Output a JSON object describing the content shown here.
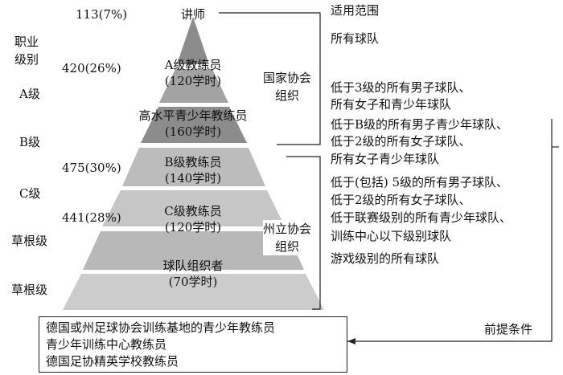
{
  "left_labels": {
    "professional": "职业\n级别",
    "a": "A级",
    "b": "B级",
    "c": "C级",
    "grassroots_1": "草根级",
    "grassroots_2": "草根级"
  },
  "counts": {
    "lecturer": "113(7%)",
    "a": "420(26%)",
    "b": "475(30%)",
    "c": "441(28%)"
  },
  "pyramid": {
    "lecturer": "讲师",
    "a_name": "A级教练员",
    "a_hours": "(120学时)",
    "youth_name": "高水平青少年教练员",
    "youth_hours": "(160学时)",
    "b_name": "B级教练员",
    "b_hours": "(140学时)",
    "c_name": "C级教练员",
    "c_hours": "(120学时)",
    "team_name": "球队组织者",
    "team_hours": "(70学时)"
  },
  "org": {
    "national": "国家协会\n组织",
    "state": "州立协会\n组织"
  },
  "scope": {
    "header": "适用范围",
    "all_teams": "所有球队",
    "a_scope_1": "低于3级的所有男子球队、",
    "a_scope_2": "所有女子和青少年球队",
    "y_scope_1": "低于B级的所有男子青少年球队、",
    "y_scope_2": "低于2级的所有女子球队、",
    "y_scope_3": "所有女子青少年球队",
    "c_scope_1": "低于(包括) 5级的所有男子球队、",
    "c_scope_2": "低于2级的所有女子球队、",
    "c_scope_3": "低于联赛级别的所有青少年球队、",
    "c_scope_4": "训练中心以下级别球队",
    "t_scope": "游戏级别的所有球队"
  },
  "prerequisite": {
    "label": "前提条件",
    "lines": [
      "德国或州足球协会训练基地的青少年教练员",
      "青少年训练中心教练员",
      "德国足协精英学校教练员"
    ]
  },
  "colors": {
    "band_dark": "#8c8c8c",
    "band_mid": "#a3a3a3",
    "band_light": "#bcbcbc",
    "band_lighter": "#cccccc",
    "line": "#222222"
  }
}
